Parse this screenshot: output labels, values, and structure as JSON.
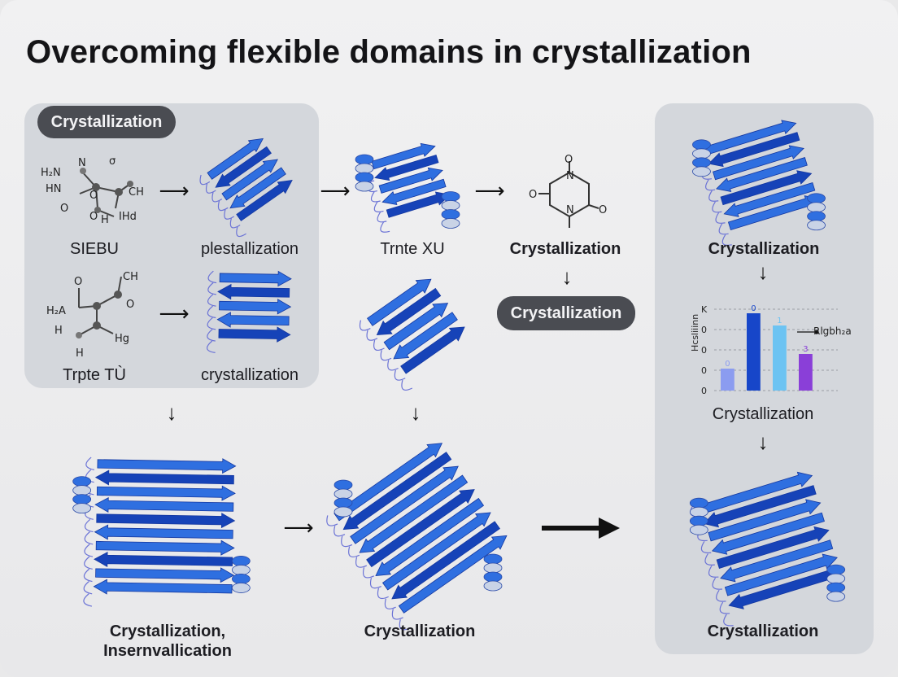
{
  "title": "Overcoming flexible domains in crystallization",
  "badge_top": "Crystallization",
  "badge_mid": "Crystallization",
  "labels": {
    "sibu": "SIEBU",
    "plestallization": "plestallization",
    "trnte_xu": "Trnte XU",
    "cryst_top_mid": "Crystallization",
    "cryst_top_right": "Crystallization",
    "trpte_tu": "Trpte TÙ",
    "crystallization_lower": "crystallization",
    "chart_caption": "Crystallization",
    "bottom_left_line1": "Crystallization,",
    "bottom_left_line2": "Insernvallication",
    "bottom_mid": "Crystallization",
    "bottom_right": "Crystallization"
  },
  "molecules": {
    "mol1": [
      "H₂N",
      "N",
      "HN",
      "O",
      "O",
      "CH",
      "O",
      "H",
      "IHd",
      "σ"
    ],
    "mol2": [
      "CH",
      "O",
      "H₂A",
      "O",
      "H",
      "Hg",
      "H"
    ],
    "mol3": [
      "O",
      "N",
      "O",
      "N",
      "O"
    ]
  },
  "chart_data": {
    "type": "bar",
    "ylabel": "Hcsliiinn",
    "y_tick_labels": [
      "K",
      "0",
      "0",
      "0",
      "0"
    ],
    "values": [
      0.27,
      0.95,
      0.8,
      0.45
    ],
    "value_labels": [
      "0",
      "0",
      "1",
      "3"
    ],
    "colors": [
      "#8b9cf0",
      "#1746c9",
      "#6cc3f2",
      "#8a3fd8"
    ],
    "annotation": "Rlgbh₂a"
  },
  "colors": {
    "ribbon": "#2f6fe0",
    "ribbon_dark": "#1643b8",
    "helix_light": "#c9d3e6",
    "panel": "#d4d7dc",
    "pill": "#4a4c52"
  }
}
